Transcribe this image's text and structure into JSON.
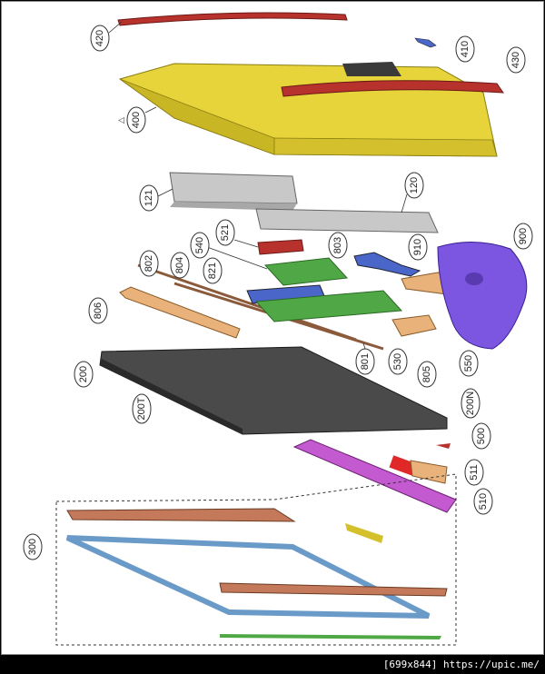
{
  "labels": {
    "l420": "420",
    "l410": "410",
    "l430": "430",
    "l400": "400",
    "l121": "121",
    "l120": "120",
    "l521": "521",
    "l540": "540",
    "l803": "803",
    "l910": "910",
    "l900": "900",
    "l802": "802",
    "l804": "804",
    "l821": "821",
    "l806": "806",
    "l801": "801",
    "l530": "530",
    "l805": "805",
    "l550": "550",
    "l200": "200",
    "l200T": "200T",
    "l200N": "200N",
    "l500": "500",
    "l511": "511",
    "l510": "510",
    "l300": "300"
  },
  "footer": {
    "text": "[699x844] https://upic.me/"
  },
  "colors": {
    "back_cover": "#e6d43a",
    "red_part": "#b8322d",
    "blue_part": "#4a66c8",
    "speaker": "#c8c8c8",
    "green_pcb": "#4fa845",
    "stand": "#7c55e0",
    "bracket": "#e8b27a",
    "panel": "#4a4a4a",
    "magenta": "#c45ad0",
    "frame_blue": "#9fc8e8",
    "brown": "#c47a5a"
  }
}
